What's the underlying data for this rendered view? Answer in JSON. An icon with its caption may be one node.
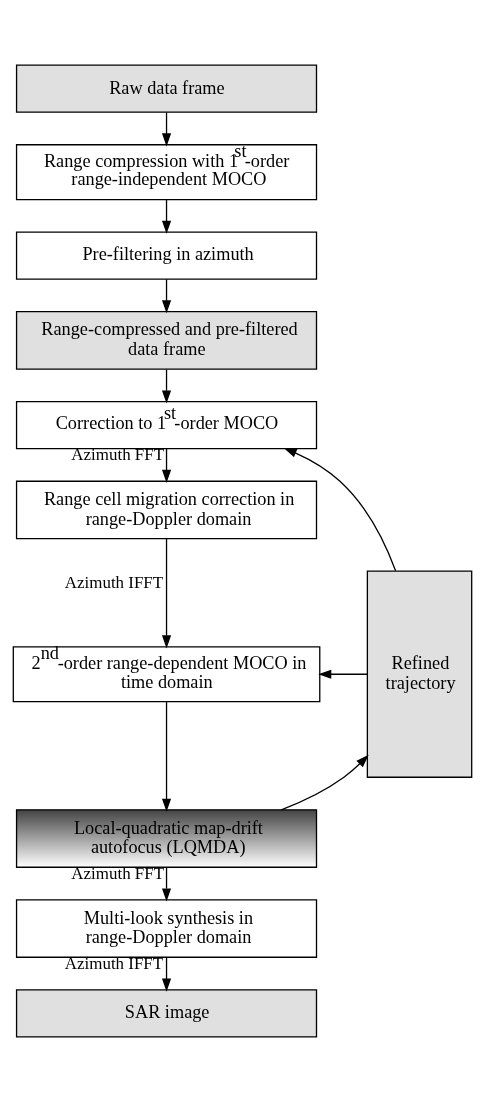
{
  "diagram": {
    "nodes": [
      {
        "text": [
          "Raw data frame"
        ]
      },
      {
        "text": [
          "Range compression with 1$^{st}$-order range-independent MOCO"
        ]
      },
      {
        "text": [
          "Pre-filtering in azimuth"
        ]
      },
      {
        "text": [
          "Range-compressed and pre-filtered data frame"
        ]
      },
      {
        "text": [
          "Correction to 1$^{st}$-order MOCO"
        ]
      },
      {
        "text": [
          "Range cell migration correction in range-Doppler domain"
        ]
      },
      {
        "text": [
          "2$^{nd}$-order range-dependent MOCO in time domain"
        ]
      },
      {
        "text": [
          "Local-quadratic map-drift autofocus (LQMDA)"
        ]
      },
      {
        "text": [
          "Multi-look synthesis in range-Doppler domain"
        ]
      },
      {
        "text": [
          "SAR image"
        ]
      },
      {
        "text": [
          "Refined trajectory"
        ]
      }
    ],
    "edges": [
      {
        "from": 0,
        "to": 1,
        "arrow": "to"
      },
      {
        "from": 1,
        "to": 2,
        "arrow": "to"
      },
      {
        "from": 2,
        "to": 3,
        "arrow": "to"
      },
      {
        "from": 3,
        "to": 4,
        "arrow": "to"
      },
      {
        "from": 4,
        "to": 5,
        "arrow": "to",
        "label": "Azimuth FFT"
      },
      {
        "from": 5,
        "to": 6,
        "arrow": "to",
        "label": "Azimuth IFFT"
      },
      {
        "from": 6,
        "to": 7,
        "arrow": "to"
      },
      {
        "from": 7,
        "to": 8,
        "arrow": "to",
        "label": "Azimuth FFT"
      },
      {
        "from": 8,
        "to": 9,
        "arrow": "to",
        "label": "Azimuth IFFT"
      },
      {
        "from": 7,
        "to": 10,
        "arrow": "to"
      },
      {
        "from": 10,
        "to": 4,
        "arrow": "to"
      },
      {
        "from": 10,
        "to": 6,
        "arrow": "to"
      }
    ]
  }
}
